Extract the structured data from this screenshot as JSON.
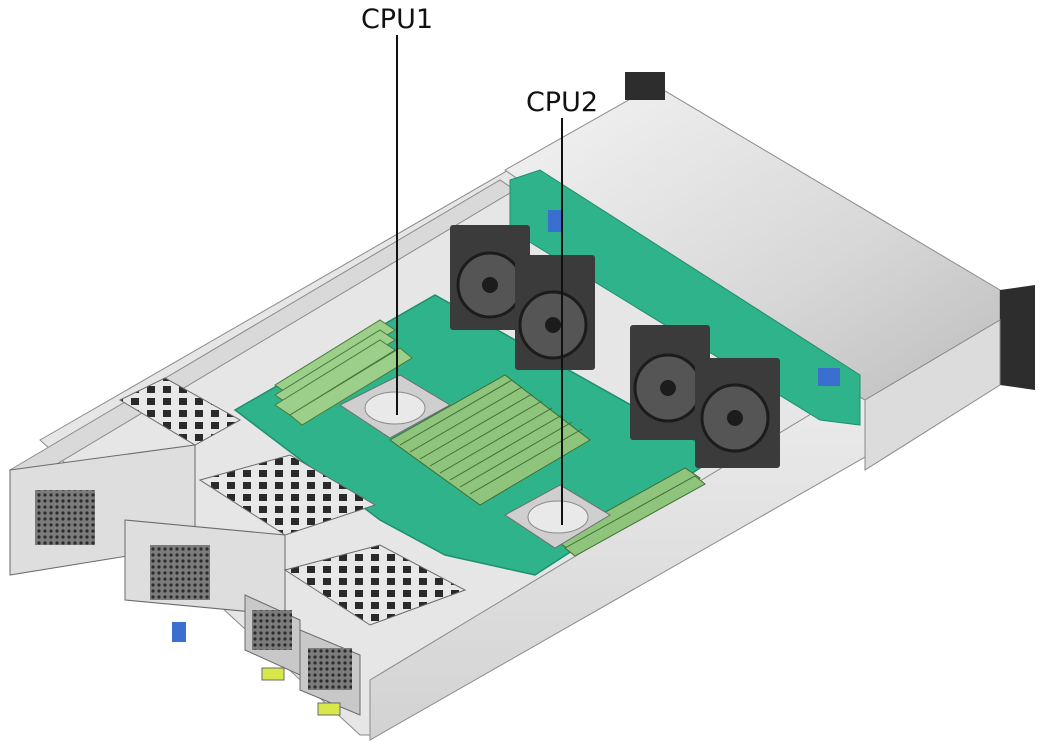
{
  "callouts": [
    {
      "id": "cpu1",
      "label": "CPU1"
    },
    {
      "id": "cpu2",
      "label": "CPU2"
    }
  ],
  "colors": {
    "pcb_green": "#2fb38a",
    "pcb_green_dark": "#1f8f6c",
    "chassis_light": "#ededed",
    "chassis_mid": "#cfcfcf",
    "chassis_dark": "#9a9a9a",
    "fan_dark": "#3b3b3b",
    "latch_blue": "#3a6fd0",
    "handle_yellow": "#d8e84a"
  },
  "icons": [
    "fan-icon",
    "dimm-module-icon",
    "cpu-heatsink-icon",
    "psu-icon",
    "riser-cage-icon"
  ]
}
